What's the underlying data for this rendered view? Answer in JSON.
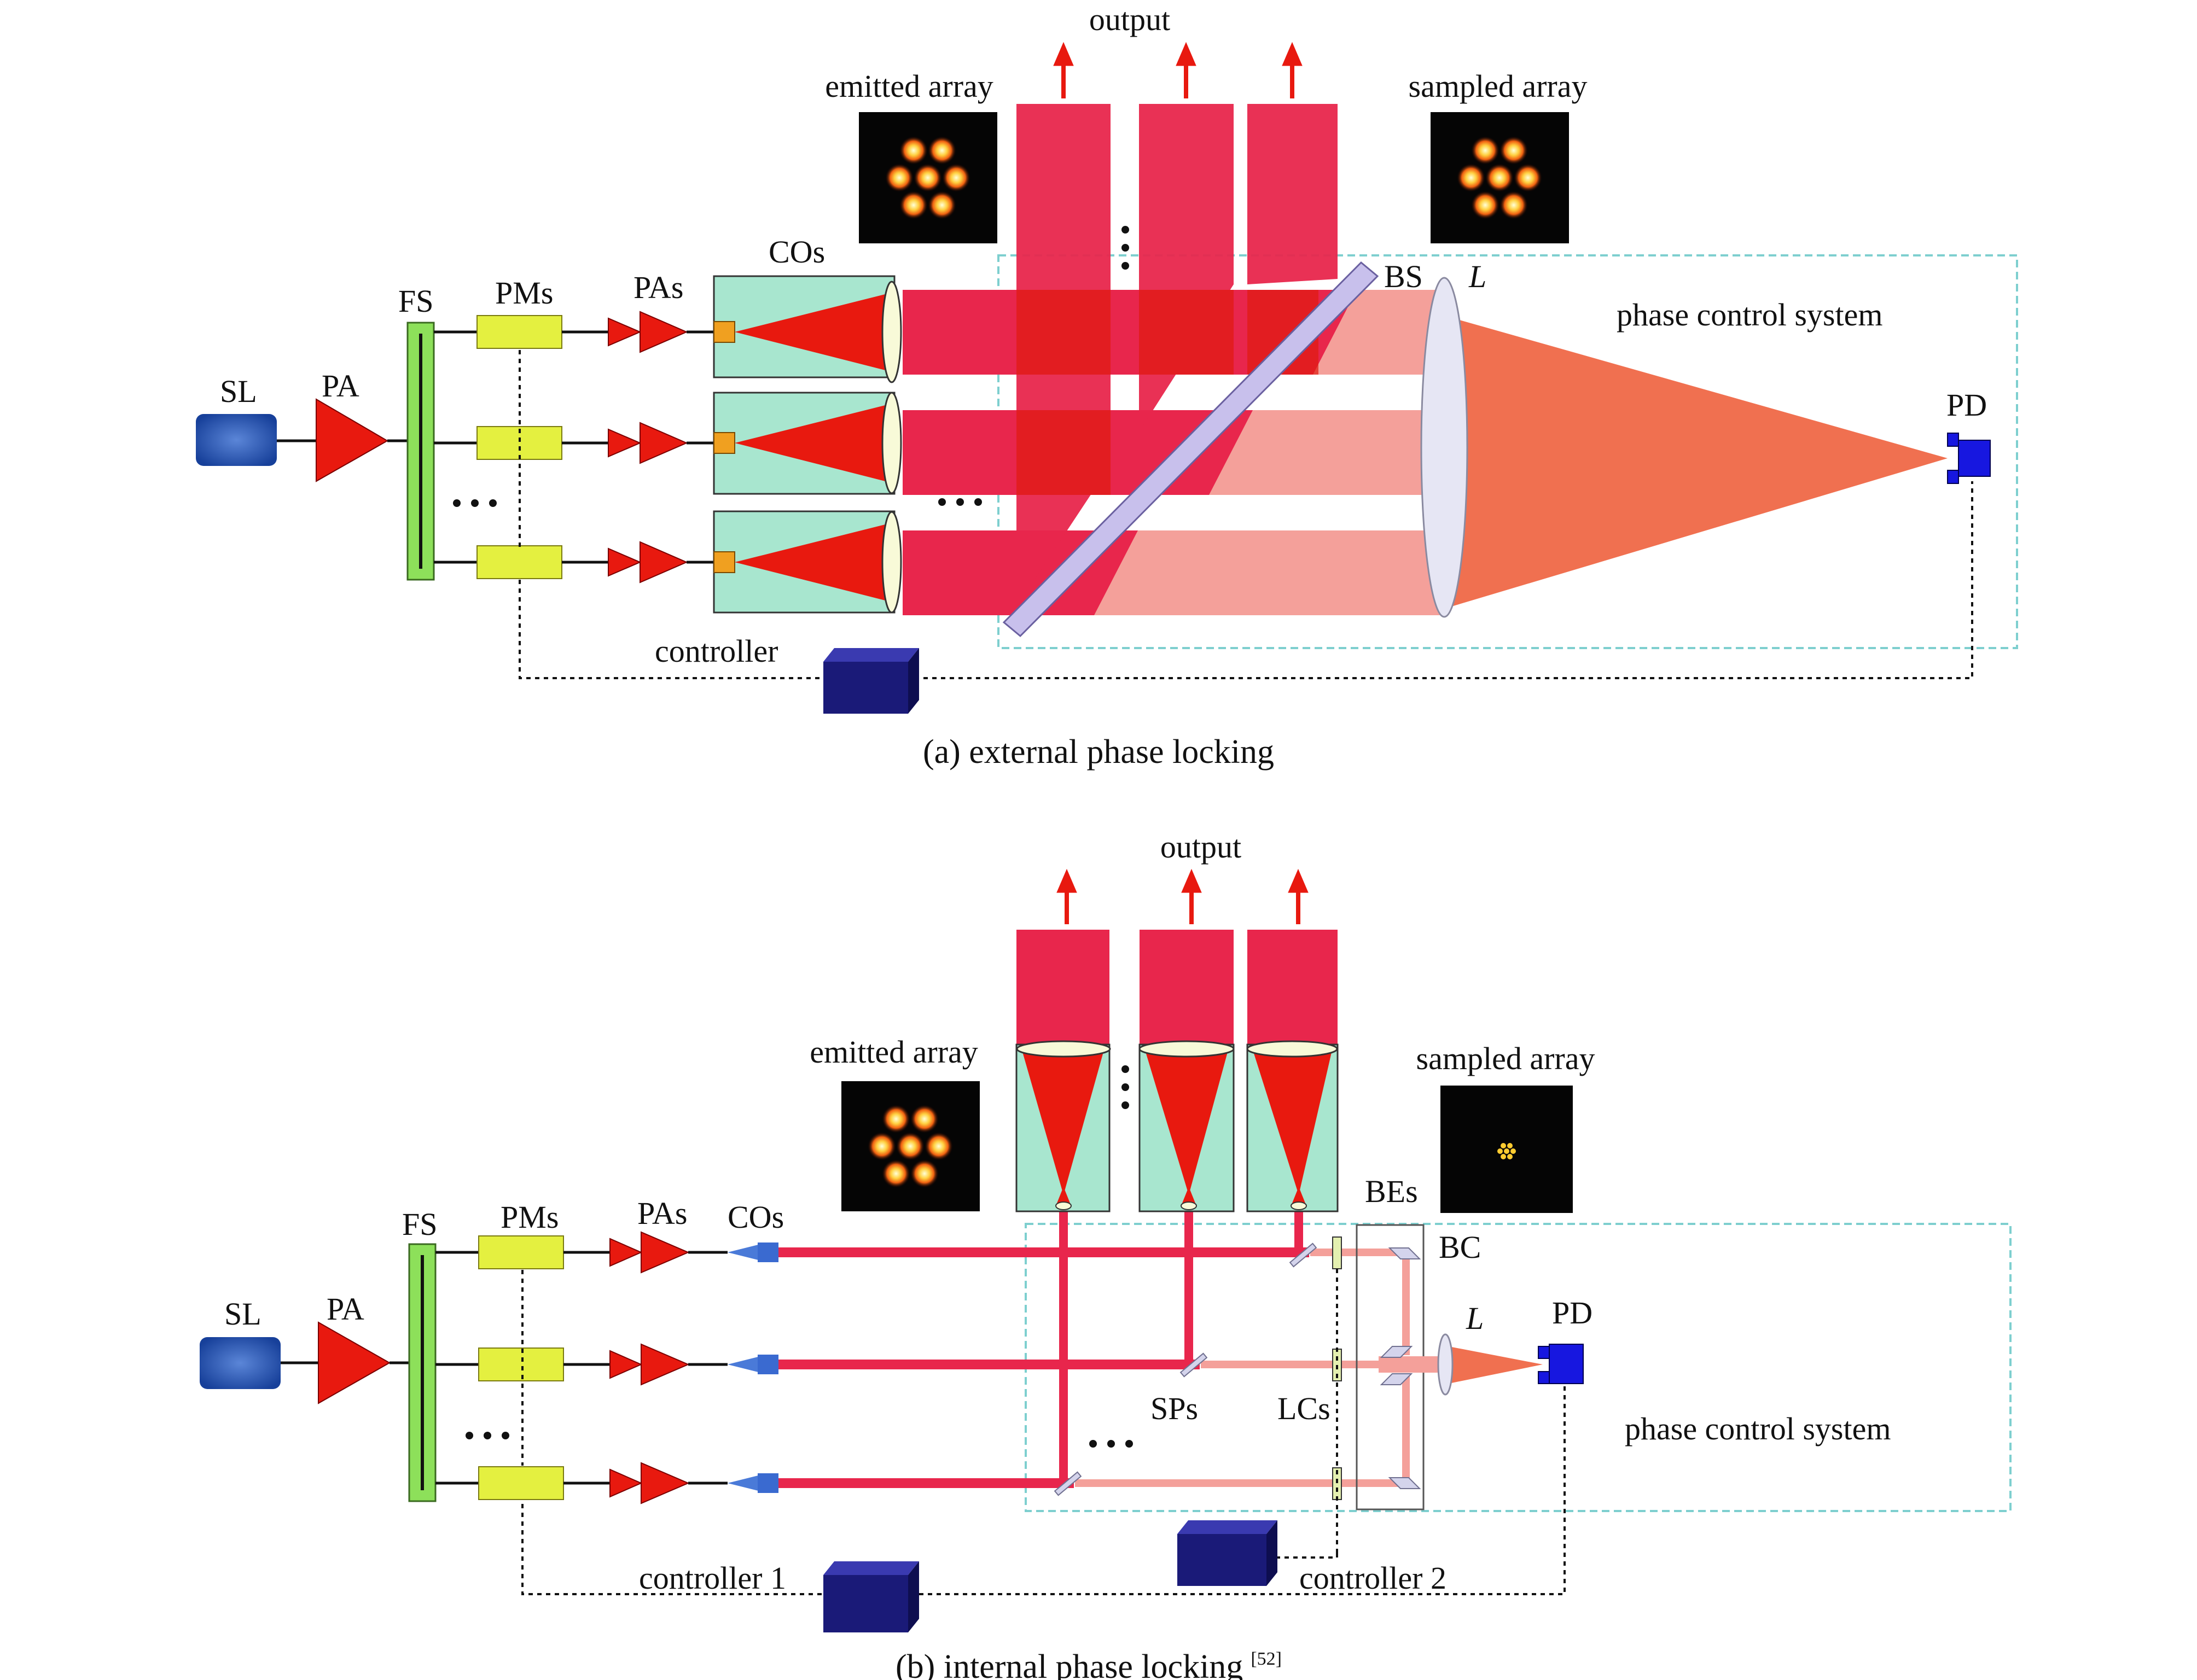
{
  "panel_a": {
    "caption": "(a) external phase locking",
    "labels": {
      "sl": "SL",
      "pa": "PA",
      "fs": "FS",
      "pms": "PMs",
      "pas": "PAs",
      "cos": "COs",
      "output": "output",
      "emitted": "emitted array",
      "sampled": "sampled array",
      "bs": "BS",
      "lens": "L",
      "phase_control": "phase control system",
      "pd": "PD",
      "controller": "controller"
    }
  },
  "panel_b": {
    "caption": "(b) internal phase locking",
    "ref": "[52]",
    "labels": {
      "sl": "SL",
      "pa": "PA",
      "fs": "FS",
      "pms": "PMs",
      "pas": "PAs",
      "cos": "COs",
      "output": "output",
      "emitted": "emitted array",
      "sampled": "sampled array",
      "bes": "BEs",
      "bc": "BC",
      "lens": "L",
      "pd": "PD",
      "sps": "SPs",
      "lcs": "LCs",
      "phase_control": "phase control system",
      "controller1": "controller 1",
      "controller2": "controller 2"
    }
  },
  "colors": {
    "beam": "#e8264c",
    "beam_light": "#f4a09a",
    "amp": "#e8190f",
    "collimator": "#a8e6cf",
    "modulator": "#e4f040",
    "splitter": "#8de05a",
    "source": "#1e4fae",
    "controller": "#1a1a78",
    "detector": "#1717e0",
    "cone": "#f07050",
    "dashed_box": "#7ecfcf"
  }
}
